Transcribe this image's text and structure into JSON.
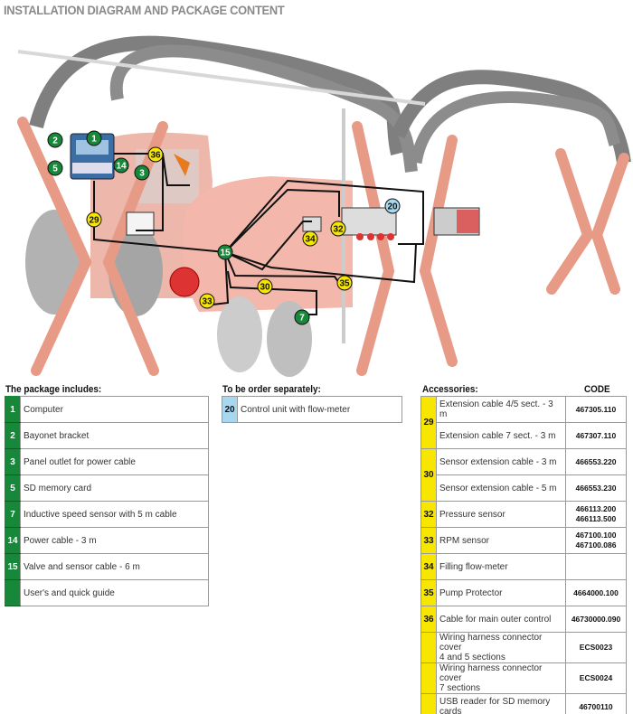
{
  "title": "INSTALLATION DIAGRAM AND PACKAGE CONTENT",
  "diagram": {
    "labels": [
      {
        "n": "1",
        "color": "green"
      },
      {
        "n": "2",
        "color": "green"
      },
      {
        "n": "5",
        "color": "green"
      },
      {
        "n": "14",
        "color": "green"
      },
      {
        "n": "3",
        "color": "green"
      },
      {
        "n": "36",
        "color": "yellow"
      },
      {
        "n": "29",
        "color": "yellow"
      },
      {
        "n": "15",
        "color": "green"
      },
      {
        "n": "34",
        "color": "yellow"
      },
      {
        "n": "32",
        "color": "yellow"
      },
      {
        "n": "20",
        "color": "blue"
      },
      {
        "n": "35",
        "color": "yellow"
      },
      {
        "n": "30",
        "color": "yellow"
      },
      {
        "n": "33",
        "color": "yellow"
      },
      {
        "n": "7",
        "color": "green"
      }
    ]
  },
  "colors": {
    "green": "#17883a",
    "yellow": "#f7e600",
    "blue": "#a8d8f0",
    "orange": "#e07050"
  },
  "package": {
    "heading": "The package includes:",
    "items": [
      {
        "num": "1",
        "label": "Computer"
      },
      {
        "num": "2",
        "label": "Bayonet bracket"
      },
      {
        "num": "3",
        "label": "Panel outlet for power cable"
      },
      {
        "num": "5",
        "label": "SD memory card"
      },
      {
        "num": "7",
        "label": "Inductive speed sensor with 5 m cable"
      },
      {
        "num": "14",
        "label": "Power cable - 3 m"
      },
      {
        "num": "15",
        "label": "Valve and sensor cable - 6 m"
      },
      {
        "num": "",
        "label": "User's and quick guide"
      }
    ]
  },
  "separate": {
    "heading": "To be order separately:",
    "items": [
      {
        "num": "20",
        "label": "Control unit with flow-meter"
      }
    ]
  },
  "accessories": {
    "heading": "Accessories:",
    "code_heading": "CODE",
    "items": [
      {
        "num": "29",
        "label": "Extension cable 4/5 sect. - 3 m",
        "code": "467305.110"
      },
      {
        "num": "",
        "label": "Extension cable 7 sect. - 3 m",
        "code": "467307.110"
      },
      {
        "num": "30",
        "label": "Sensor extension cable - 3 m",
        "code": "466553.220"
      },
      {
        "num": "",
        "label": "Sensor extension cable - 5 m",
        "code": "466553.230"
      },
      {
        "num": "32",
        "label": "Pressure sensor",
        "code": "466113.200",
        "code2": "466113.500"
      },
      {
        "num": "33",
        "label": "RPM sensor",
        "code": "467100.100",
        "code2": "467100.086"
      },
      {
        "num": "34",
        "label": "Filling flow-meter",
        "code": ""
      },
      {
        "num": "35",
        "label": "Pump Protector",
        "code": "4664000.100"
      },
      {
        "num": "36",
        "label": "Cable for main outer control",
        "code": "46730000.090"
      },
      {
        "num": "",
        "label": "Wiring harness connector cover",
        "label2": "4 and 5 sections",
        "code": "ECS0023"
      },
      {
        "num": "",
        "label": "Wiring harness connector cover",
        "label2": "7 sections",
        "code": "ECS0024"
      },
      {
        "num": "",
        "label": "USB reader for SD memory cards",
        "code": "46700110"
      }
    ]
  }
}
